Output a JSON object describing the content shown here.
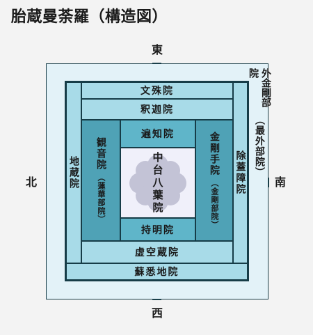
{
  "title": "胎蔵曼荼羅（構造図）",
  "directions": {
    "east": "東",
    "west": "西",
    "north": "北",
    "south": "南"
  },
  "regions": {
    "outer": "外金剛部院",
    "outer_alt": "（最外部院）",
    "monju": "文殊院",
    "shaka": "釈迦院",
    "henchi": "遍知院",
    "chudai": "中台八葉院",
    "jimyo": "持明院",
    "kokuzo": "虚空蔵院",
    "soshitsuji": "蘇悉地院",
    "jizo": "地蔵院",
    "jogaisho": "除蓋障院",
    "kannon": "観音院",
    "kannon_alt": "（蓮華部院）",
    "kongoshu": "金剛手院",
    "kongoshu_alt": "（金剛部院）"
  },
  "colors": {
    "outer_fill": "#e3f2f8",
    "band_light": "#a8dbe8",
    "band_mid": "#5fb5c9",
    "band_dark": "#4fa2b6",
    "core_fill": "#f0f0fa",
    "lotus": "#c3c3d6",
    "line": "#163c47"
  }
}
